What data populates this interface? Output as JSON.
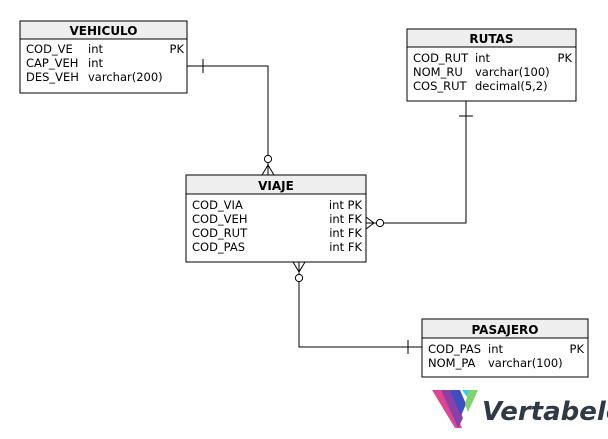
{
  "tables": {
    "vehiculo": {
      "name": "VEHICULO",
      "rows": [
        {
          "col": "COD_VE",
          "type": "int",
          "key": "PK"
        },
        {
          "col": "CAP_VEH",
          "type": "int",
          "key": ""
        },
        {
          "col": "DES_VEH",
          "type": "varchar(200)",
          "key": ""
        }
      ]
    },
    "rutas": {
      "name": "RUTAS",
      "rows": [
        {
          "col": "COD_RUT",
          "type": "int",
          "key": "PK"
        },
        {
          "col": "NOM_RU",
          "type": "varchar(100)",
          "key": ""
        },
        {
          "col": "COS_RUT",
          "type": "decimal(5,2)",
          "key": ""
        }
      ]
    },
    "viaje": {
      "name": "VIAJE",
      "rows": [
        {
          "col": "COD_VIA",
          "type": "int PK",
          "key": ""
        },
        {
          "col": "COD_VEH",
          "type": "int FK",
          "key": ""
        },
        {
          "col": "COD_RUT",
          "type": "int FK",
          "key": ""
        },
        {
          "col": "COD_PAS",
          "type": "int FK",
          "key": ""
        }
      ]
    },
    "pasajero": {
      "name": "PASAJERO",
      "rows": [
        {
          "col": "COD_PAS",
          "type": "int",
          "key": "PK"
        },
        {
          "col": "NOM_PA",
          "type": "varchar(100)",
          "key": ""
        }
      ]
    }
  },
  "logo": {
    "text": "Vertabelo",
    "colors": [
      "#e0458f",
      "#8b3fa8",
      "#3e4fbf",
      "#3cc7e6",
      "#7ed36b"
    ]
  },
  "line_color": "#000000",
  "header_fill": "#eeeeee"
}
